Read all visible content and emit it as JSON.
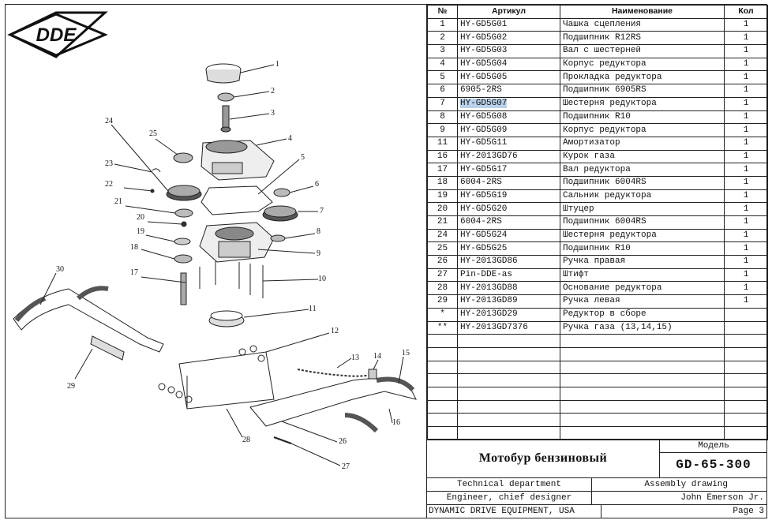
{
  "brand": {
    "logo_text": "DDE"
  },
  "table": {
    "headers": {
      "num": "№",
      "article": "Артикул",
      "name": "Наименование",
      "qty": "Кол"
    },
    "rows": [
      {
        "num": "1",
        "article": "HY-GD5G01",
        "name": "Чашка сцепления",
        "qty": "1"
      },
      {
        "num": "2",
        "article": "HY-GD5G02",
        "name": "Подшипник R12RS",
        "qty": "1"
      },
      {
        "num": "3",
        "article": "HY-GD5G03",
        "name": "Вал с шестерней",
        "qty": "1"
      },
      {
        "num": "4",
        "article": "HY-GD5G04",
        "name": "Корпус редуктора",
        "qty": "1"
      },
      {
        "num": "5",
        "article": "HY-GD5G05",
        "name": "Прокладка редуктора",
        "qty": "1"
      },
      {
        "num": "6",
        "article": "6905-2RS",
        "name": "Подшипник 6905RS",
        "qty": "1"
      },
      {
        "num": "7",
        "article": "HY-GD5G07",
        "name": "Шестерня редуктора",
        "qty": "1",
        "selected": true
      },
      {
        "num": "8",
        "article": "HY-GD5G08",
        "name": "Подшипник R10",
        "qty": "1"
      },
      {
        "num": "9",
        "article": "HY-GD5G09",
        "name": "Корпус редуктора",
        "qty": "1"
      },
      {
        "num": "11",
        "article": "HY-GD5G11",
        "name": "Амортизатор",
        "qty": "1"
      },
      {
        "num": "16",
        "article": "HY-2013GD76",
        "name": "Курок газа",
        "qty": "1"
      },
      {
        "num": "17",
        "article": "HY-GD5G17",
        "name": "Вал редуктора",
        "qty": "1"
      },
      {
        "num": "18",
        "article": "6004-2RS",
        "name": "Подшипник 6004RS",
        "qty": "1"
      },
      {
        "num": "19",
        "article": "HY-GD5G19",
        "name": "Сальник редуктора",
        "qty": "1"
      },
      {
        "num": "20",
        "article": "HY-GD5G20",
        "name": "Штуцер",
        "qty": "1"
      },
      {
        "num": "21",
        "article": "6004-2RS",
        "name": "Подшипник 6004RS",
        "qty": "1"
      },
      {
        "num": "24",
        "article": "HY-GD5G24",
        "name": "Шестерня редуктора",
        "qty": "1"
      },
      {
        "num": "25",
        "article": "HY-GD5G25",
        "name": "Подшипник R10",
        "qty": "1"
      },
      {
        "num": "26",
        "article": "HY-2013GD86",
        "name": "Ручка правая",
        "qty": "1"
      },
      {
        "num": "27",
        "article": "Pin-DDE-as",
        "name": "Штифт",
        "qty": "1"
      },
      {
        "num": "28",
        "article": "HY-2013GD88",
        "name": "Основание редуктора",
        "qty": "1"
      },
      {
        "num": "29",
        "article": "HY-2013GD89",
        "name": "Ручка левая",
        "qty": "1"
      },
      {
        "num": "*",
        "article": "HY-2013GD29",
        "name": "Редуктор в сборе",
        "qty": ""
      },
      {
        "num": "**",
        "article": "HY-2013GD7376",
        "name": "Ручка газа (13,14,15)",
        "qty": ""
      }
    ],
    "empty_rows": 8
  },
  "title_block": {
    "title": "Мотобур бензиновый",
    "model_label": "Модель",
    "model": "GD-65-300",
    "department": "Technical department",
    "drawing_type": "Assembly drawing",
    "engineer_role": "Engineer, chief designer",
    "engineer_name": "John Emerson Jr.",
    "company": "DYNAMIC DRIVE EQUIPMENT, USA",
    "page": "Page 3"
  },
  "callouts": [
    "1",
    "2",
    "3",
    "4",
    "5",
    "6",
    "7",
    "8",
    "9",
    "10",
    "11",
    "12",
    "13",
    "14",
    "15",
    "16",
    "17",
    "18",
    "19",
    "20",
    "21",
    "22",
    "23",
    "24",
    "25",
    "26",
    "27",
    "28",
    "29",
    "30"
  ]
}
